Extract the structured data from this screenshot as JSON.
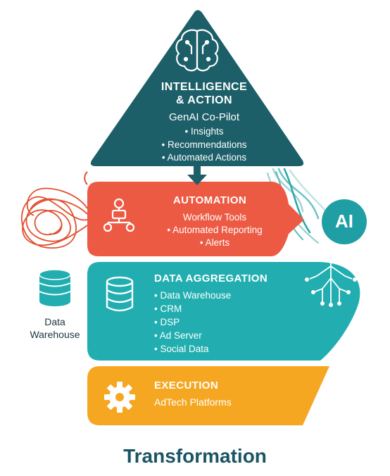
{
  "intelligence": {
    "title_line1": "INTELLIGENCE",
    "title_line2": "& ACTION",
    "subtitle": "GenAI Co-Pilot",
    "items": [
      "• Insights",
      "• Recommendations",
      "• Automated Actions"
    ]
  },
  "automation": {
    "title": "AUTOMATION",
    "items": [
      "Workflow Tools",
      "• Automated Reporting",
      "• Alerts"
    ]
  },
  "data_aggregation": {
    "title": "DATA AGGREGATION",
    "items": [
      "• Data Warehouse",
      "• CRM",
      "• DSP",
      "• Ad Server",
      "• Social Data"
    ]
  },
  "execution": {
    "title": "EXECUTION",
    "subtitle": "AdTech Platforms"
  },
  "side_label": {
    "line1": "Data",
    "line2": "Warehouse"
  },
  "ai_badge": "AI",
  "footer_title": "Transformation",
  "colors": {
    "intelligence": "#1c5f68",
    "automation": "#ec5a44",
    "data_aggregation": "#22aeb0",
    "execution": "#f6a722",
    "ai_badge": "#1f9ea4",
    "footer": "#1b5563"
  },
  "icons": [
    "brain-circuit-icon",
    "arrow-down-icon",
    "tangled-line-icon",
    "workflow-icon",
    "database-icon",
    "circuit-tree-icon",
    "gear-icon"
  ]
}
